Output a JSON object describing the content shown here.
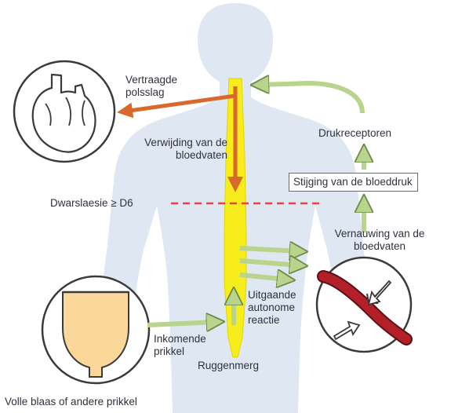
{
  "labels": {
    "slow_heartbeat": "Vertraagde polsslag",
    "vasodilation": "Verwijding van de bloedvaten",
    "lesion": "Dwarslaesie ≥ D6",
    "pressure_receptors": "Drukreceptoren",
    "bp_rise": "Stijging van de bloeddruk",
    "vasoconstriction": "Vernauwing van de bloedvaten",
    "outgoing": "Uitgaande autonome reactie",
    "incoming": "Inkomende prikkel",
    "spinal_cord": "Ruggenmerg",
    "bladder": "Volle blaas of andere prikkel"
  },
  "colors": {
    "body": "#dfe7f2",
    "spine": "#f7ec1c",
    "orange_arrow": "#d9692a",
    "green_arrow": "#b9d48c",
    "lesion_line": "#e8433a",
    "vessel": "#b3202a",
    "bladder": "#fbd79a"
  },
  "icons": [
    "heart-icon",
    "bladder-icon",
    "blood-vessel-icon"
  ]
}
